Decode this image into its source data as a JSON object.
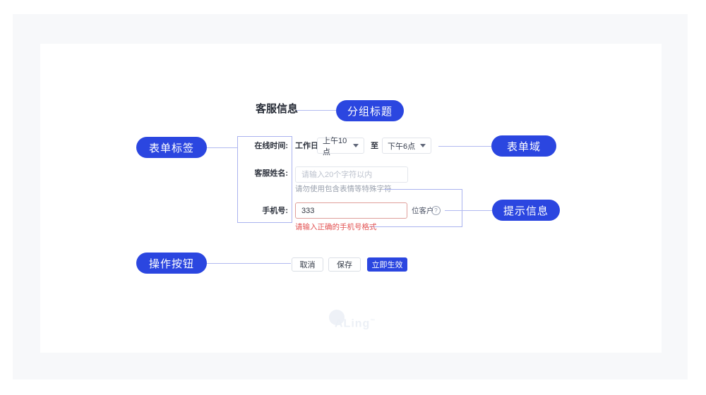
{
  "page": {
    "group_title": "客服信息"
  },
  "annotations": {
    "group_title": {
      "label": "分组标题"
    },
    "form_label": {
      "label": "表单标签"
    },
    "form_field": {
      "label": "表单域"
    },
    "hint_info": {
      "label": "提示信息"
    },
    "action_buttons": {
      "label": "操作按钮"
    }
  },
  "form": {
    "online_time": {
      "label": "在线时间:",
      "prefix": "工作日",
      "start_value": "上午10点",
      "to": "至",
      "end_value": "下午6点"
    },
    "agent_name": {
      "label": "客服姓名:",
      "placeholder": "请输入20个字符以内",
      "hint": "请勿使用包含表情等特殊字符"
    },
    "phone": {
      "label": "手机号:",
      "value": "333",
      "suffix": "位客户",
      "error": "请输入正确的手机号格式"
    }
  },
  "buttons": {
    "cancel": "取消",
    "save": "保存",
    "apply": "立即生效"
  },
  "icons": {
    "help": "?"
  },
  "watermark": {
    "text": "ALing",
    "tm": "™"
  },
  "colors": {
    "accent": "#2b46e0",
    "annotation_line": "#b2baf0",
    "bracket": "#aab3ef",
    "error_text": "#e25252",
    "error_border": "#df9f9a",
    "panel_bg": "#f7f8fa"
  }
}
